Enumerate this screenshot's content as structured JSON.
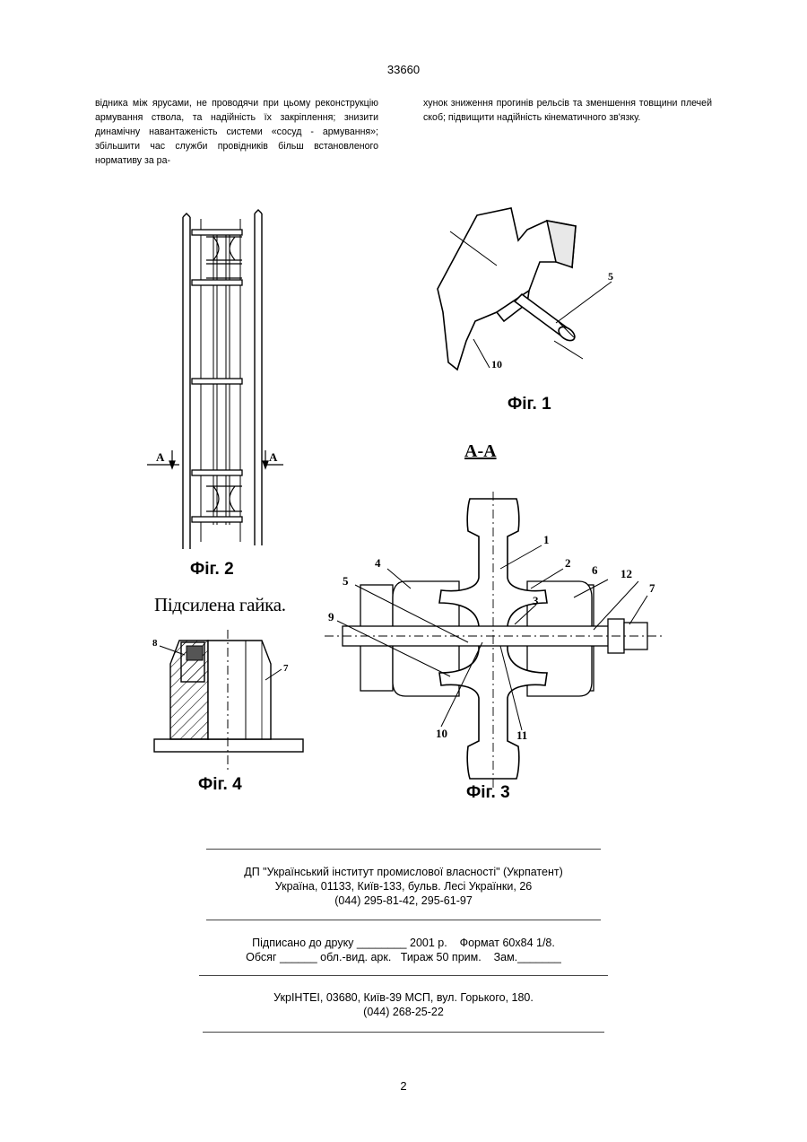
{
  "header": {
    "patent_number": "33660"
  },
  "body_text": {
    "left": "відника між ярусами, не проводячи при цьому реконструкцію армування ствола, та надійність їх закріплення; знизити динамічну навантаженість системи «сосуд - армування»; збільшити час служби провідників більш встановленого нормативу за ра-",
    "right": "хунок зниження прогинів рельсів та зменшення товщини плечей скоб; підвищити надійність кінематичного зв'язку."
  },
  "figures": {
    "fig1": {
      "label": "Фіг. 1",
      "callouts": [
        "5",
        "10"
      ]
    },
    "fig2": {
      "label": "Фіг. 2",
      "section_marks": [
        "A",
        "A"
      ]
    },
    "fig3": {
      "label": "Фіг. 3",
      "section_title": "А-А",
      "callouts": [
        "1",
        "2",
        "3",
        "4",
        "5",
        "6",
        "7",
        "9",
        "10",
        "11",
        "12"
      ]
    },
    "fig4": {
      "label": "Фіг. 4",
      "title": "Підсилена гайка.",
      "callouts": [
        "8",
        "7"
      ]
    }
  },
  "footer": {
    "org_line1": "ДП \"Український інститут промислової власності\" (Укрпатент)",
    "org_line2": "Україна, 01133, Київ-133, бульв. Лесі Українки, 26",
    "org_line3": "(044) 295-81-42, 295-61-97",
    "print_line1": "Підписано до друку ________ 2001 р.    Формат 60х84 1/8.",
    "print_line2": "Обсяг ______ обл.-вид. арк.   Тираж 50 прим.    Зам._______",
    "publisher_line1": "УкрІНТЕІ, 03680, Київ-39 МСП, вул. Горького, 180.",
    "publisher_line2": "(044) 268-25-22"
  },
  "page_number": "2"
}
